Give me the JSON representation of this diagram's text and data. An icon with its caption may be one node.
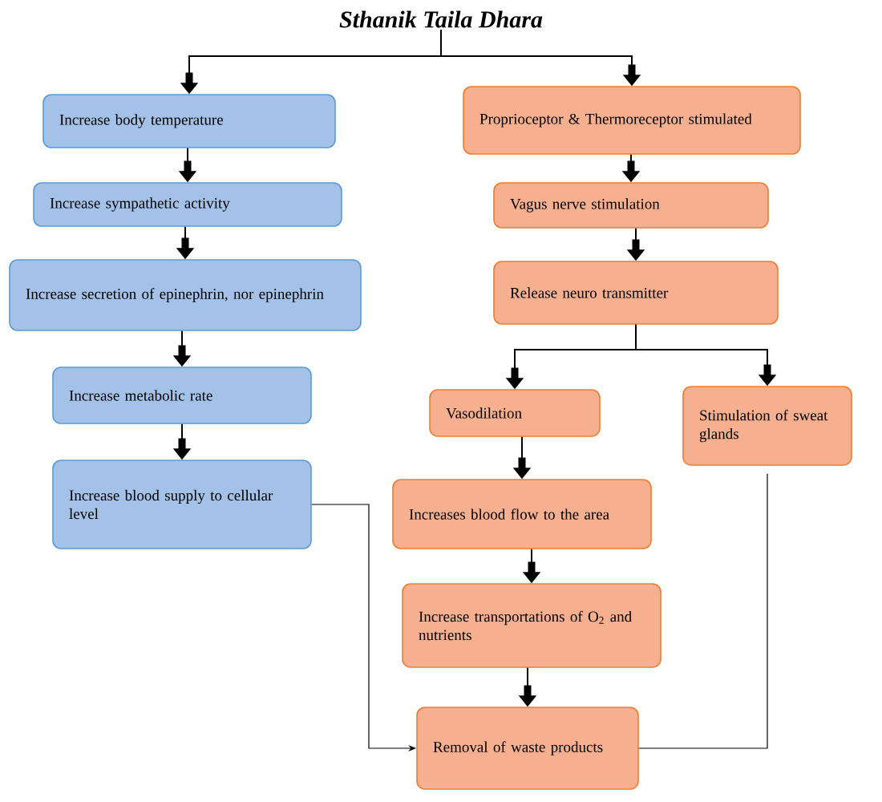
{
  "diagram": {
    "nodes": [
      {
        "text": [
          "Sthanik Taila Dhara"
        ]
      },
      {
        "text": [
          "Increase body temperature"
        ]
      },
      {
        "text": [
          "Increase sympathetic activity"
        ]
      },
      {
        "text": [
          "Increase secretion of epinephrin, nor epinephrin"
        ]
      },
      {
        "text": [
          "Increase metabolic rate"
        ]
      },
      {
        "text": [
          "Increase blood supply to cellular level"
        ]
      },
      {
        "text": [
          "Proprioceptor & Thermoreceptor stimulated"
        ]
      },
      {
        "text": [
          "Vagus nerve stimulation"
        ]
      },
      {
        "text": [
          "Release neuro transmitter"
        ]
      },
      {
        "text": [
          "Vasodilation"
        ]
      },
      {
        "text": [
          "Stimulation of sweat glands"
        ]
      },
      {
        "text": [
          "Increases blood flow to the area"
        ]
      },
      {
        "text": [
          "Increase transportations of O$_{2}$ and nutrients"
        ]
      },
      {
        "text": [
          "Removal of waste products"
        ]
      }
    ],
    "edges": [
      {
        "from": 0,
        "to": 1,
        "arrow": "to"
      },
      {
        "from": 0,
        "to": 6,
        "arrow": "to"
      },
      {
        "from": 1,
        "to": 2,
        "arrow": "to"
      },
      {
        "from": 2,
        "to": 3,
        "arrow": "to"
      },
      {
        "from": 3,
        "to": 4,
        "arrow": "to"
      },
      {
        "from": 4,
        "to": 5,
        "arrow": "to"
      },
      {
        "from": 6,
        "to": 7,
        "arrow": "to"
      },
      {
        "from": 7,
        "to": 8,
        "arrow": "to"
      },
      {
        "from": 8,
        "to": 9,
        "arrow": "to"
      },
      {
        "from": 8,
        "to": 10,
        "arrow": "to"
      },
      {
        "from": 9,
        "to": 11,
        "arrow": "to"
      },
      {
        "from": 11,
        "to": 12,
        "arrow": "to"
      },
      {
        "from": 12,
        "to": 13,
        "arrow": "to"
      },
      {
        "from": 5,
        "to": 13,
        "arrow": "to"
      },
      {
        "from": 10,
        "to": 13,
        "arrow": "none"
      }
    ]
  }
}
